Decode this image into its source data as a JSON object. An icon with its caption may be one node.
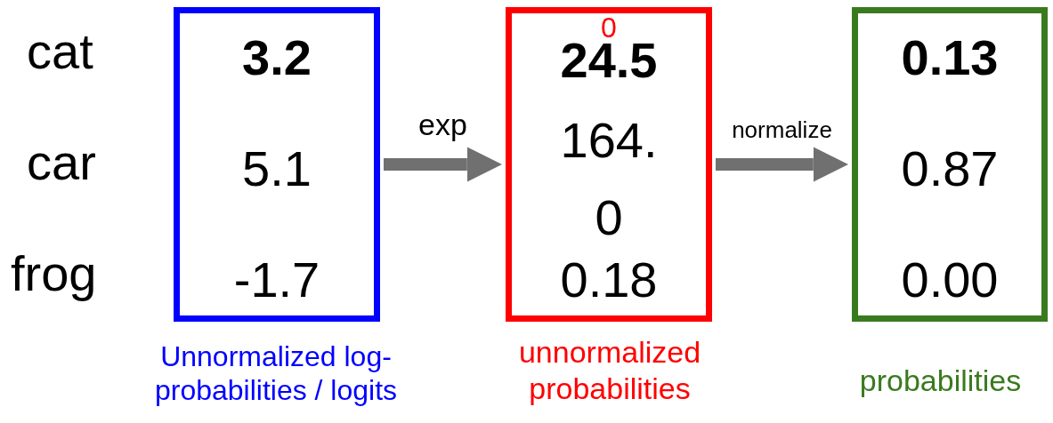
{
  "diagram": {
    "nodes": [
      {
        "text": [
          "3.2",
          "5.1",
          "-1.7"
        ],
        "beside": [
          "Unnormalized log-probabilities / logits"
        ]
      },
      {
        "text": [
          "0",
          "24.5",
          "164. 0",
          "0.18"
        ],
        "beside": [
          "unnormalized probabilities"
        ]
      },
      {
        "text": [
          "0.13",
          "0.87",
          "0.00"
        ],
        "beside": [
          "probabilities"
        ]
      }
    ],
    "edges": [
      {
        "from": 0,
        "to": 1,
        "arrow": "to",
        "label": "exp"
      },
      {
        "from": 1,
        "to": 2,
        "arrow": "to",
        "label": "normalize"
      }
    ],
    "labels": [
      "cat",
      "car",
      "frog"
    ]
  }
}
